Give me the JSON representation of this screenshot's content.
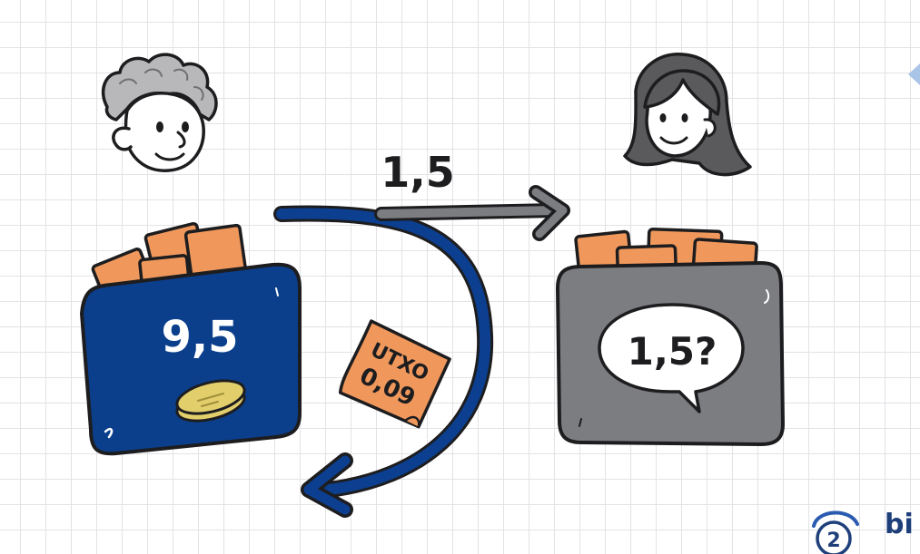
{
  "transfer": {
    "amount_label": "1,5"
  },
  "sender_wallet": {
    "balance_label": "9,5"
  },
  "receiver_wallet": {
    "bubble_label": "1,5?"
  },
  "utxo_note": {
    "title": "UTXO",
    "value": "0,09"
  },
  "logo": {
    "badge": "2",
    "text_fragment": "bi"
  },
  "colors": {
    "sender_wallet": "#0b3f8c",
    "receiver_wallet": "#7c7d80",
    "coin_card": "#f0985c",
    "gold_coin": "#e2cf6c",
    "change_arrow": "#0c3f8f",
    "transfer_arrow": "#7c7d80",
    "grid": "#e3e3e6"
  }
}
